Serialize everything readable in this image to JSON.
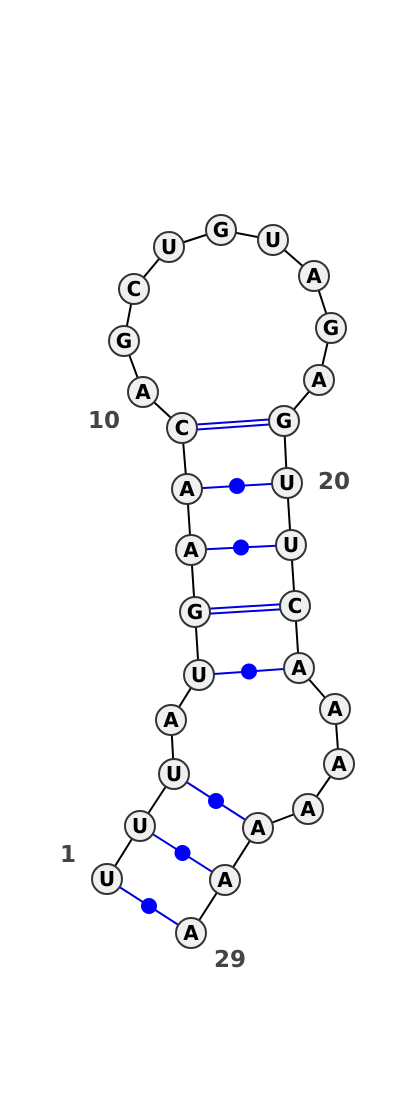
{
  "sequence": [
    "U",
    "U",
    "U",
    "A",
    "U",
    "G",
    "A",
    "A",
    "C",
    "A",
    "G",
    "C",
    "U",
    "G",
    "U",
    "A",
    "G",
    "A",
    "G",
    "U",
    "U",
    "C",
    "A",
    "A",
    "A",
    "A",
    "A",
    "A",
    "A"
  ],
  "pairs": [
    {
      "i": 1,
      "j": 29,
      "type": "wobble"
    },
    {
      "i": 2,
      "j": 28,
      "type": "wobble"
    },
    {
      "i": 3,
      "j": 27,
      "type": "wobble"
    },
    {
      "i": 5,
      "j": 23,
      "type": "wobble"
    },
    {
      "i": 6,
      "j": 22,
      "type": "canonical"
    },
    {
      "i": 7,
      "j": 21,
      "type": "wobble"
    },
    {
      "i": 8,
      "j": 20,
      "type": "wobble"
    },
    {
      "i": 9,
      "j": 19,
      "type": "canonical"
    }
  ],
  "position_labels": [
    {
      "pos": 1,
      "text": "1"
    },
    {
      "pos": 9,
      "text": "10"
    },
    {
      "pos": 20,
      "text": "20"
    },
    {
      "pos": 29,
      "text": "29"
    }
  ],
  "colors": {
    "pair": "#0000dd",
    "pair_dot": "#0000ff",
    "node_fill": "#f0f0f0",
    "node_stroke": "#333333",
    "label": "#444444"
  }
}
